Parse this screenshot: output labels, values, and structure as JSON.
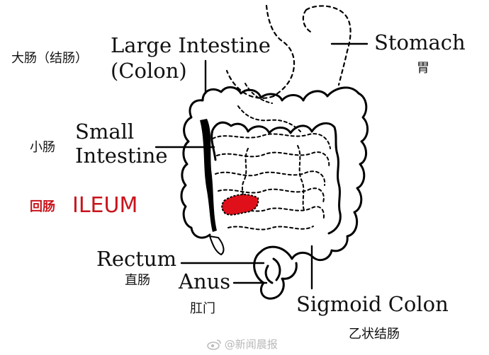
{
  "colors": {
    "outline": "#000000",
    "dashed": "#000000",
    "ileum_highlight": "#e0101a",
    "ileum_text": "#c8141c",
    "label_text": "#111111",
    "watermark": "#bdbdbd"
  },
  "labels": {
    "large_intestine_en_line1": "Large Intestine",
    "large_intestine_en_line2": "(Colon)",
    "large_intestine_zh": "大肠（结肠）",
    "stomach_en": "Stomach",
    "stomach_zh": "胃",
    "small_intestine_en_line1": "Small",
    "small_intestine_en_line2": "Intestine",
    "small_intestine_zh": "小肠",
    "ileum_en": "ILEUM",
    "ileum_zh": "回肠",
    "rectum_en": "Rectum",
    "rectum_zh": "直肠",
    "anus_en": "Anus",
    "anus_zh": "肛门",
    "sigmoid_en": "Sigmoid Colon",
    "sigmoid_zh": "乙状结肠"
  },
  "watermark": {
    "icon": "weibo-icon",
    "text": "@新闻晨报"
  }
}
